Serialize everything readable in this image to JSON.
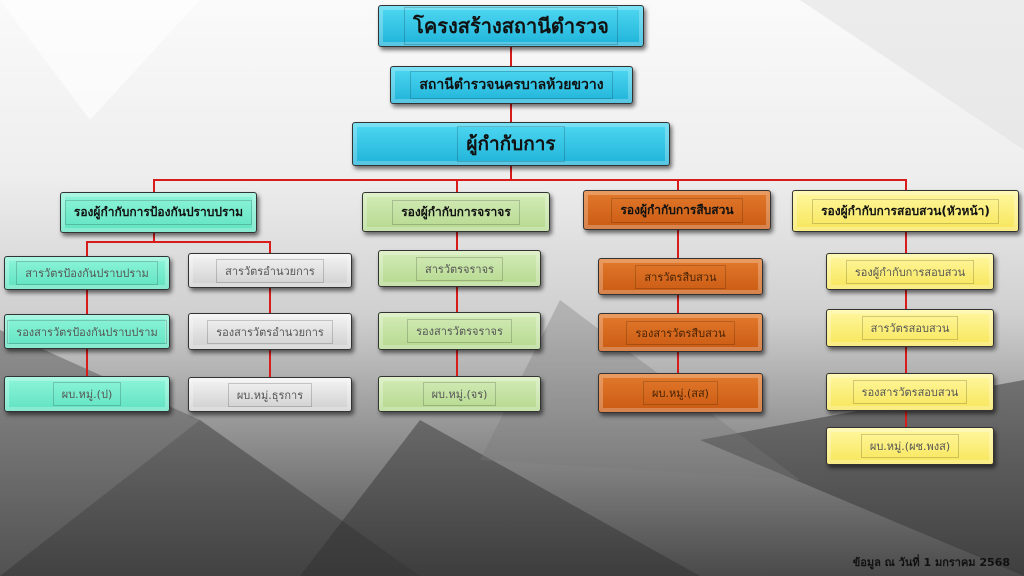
{
  "title": "โครงสร้างสถานีตำรวจ",
  "station": "สถานีตำรวจนครบาลห้วยขวาง",
  "head": "ผู้กำกับการ",
  "columns": [
    {
      "head": "รองผู้กำกับการป้องกันปราบปราม",
      "items": [
        "สารวัตรป้องกันปราบปราม",
        "รองสารวัตรป้องกันปราบปราม",
        "ผบ.หมู่.(ป)"
      ]
    },
    {
      "head": "",
      "items": [
        "สารวัตรอำนวยการ",
        "รองสารวัตรอำนวยการ",
        "ผบ.หมู่.ธุรการ"
      ]
    },
    {
      "head": "รองผู้กำกับการจราจร",
      "items": [
        "สารวัตรจราจร",
        "รองสารวัตรจราจร",
        "ผบ.หมู่.(จร)"
      ]
    },
    {
      "head": "รองผู้กำกับการสืบสวน",
      "items": [
        "สารวัตรสืบสวน",
        "รองสารวัตรสืบสวน",
        "ผบ.หมู่.(สส)"
      ]
    },
    {
      "head": "รองผู้กำกับการสอบสวน(หัวหน้า)",
      "items": [
        "รองผู้กำกับการสอบสวน",
        "สารวัตรสอบสวน",
        "รองสารวัตรสอบสวน",
        "ผบ.หมู่.(ผช.พงส)"
      ]
    }
  ],
  "footer": "ข้อมูล ณ วันที่ 1 มกราคม 2568",
  "colors": {
    "line": "#d81b1b",
    "cyan": "#1fb3d9",
    "aqua": "#5fe3c0",
    "green": "#b5d98f",
    "orange": "#c95a12",
    "yellow": "#f7e65a",
    "gray": "#cfcfcf"
  }
}
